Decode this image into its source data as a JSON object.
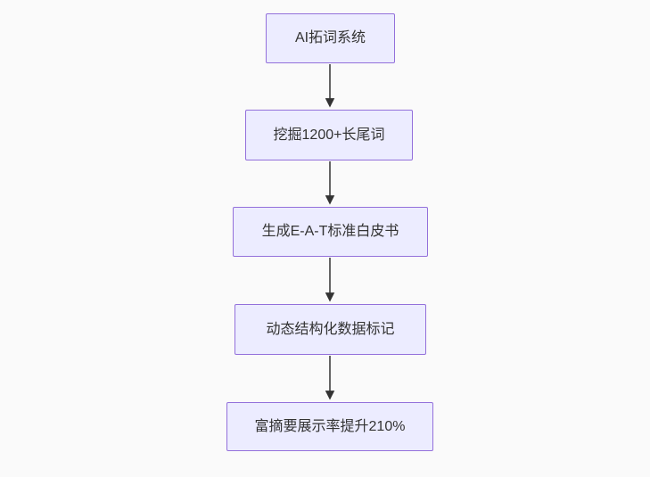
{
  "flowchart": {
    "direction": "top-down",
    "nodes": [
      {
        "label": "AI拓词系统"
      },
      {
        "label": "挖掘1200+长尾词"
      },
      {
        "label": "生成E-A-T标准白皮书"
      },
      {
        "label": "动态结构化数据标记"
      },
      {
        "label": "富摘要展示率提升210%"
      }
    ],
    "edges": [
      {
        "from": 0,
        "to": 1
      },
      {
        "from": 1,
        "to": 2
      },
      {
        "from": 2,
        "to": 3
      },
      {
        "from": 3,
        "to": 4
      }
    ],
    "colors": {
      "node_fill": "#ECECFF",
      "node_border": "#9370DB",
      "node_text": "#333333",
      "arrow": "#333333",
      "background": "#fafafa"
    }
  }
}
